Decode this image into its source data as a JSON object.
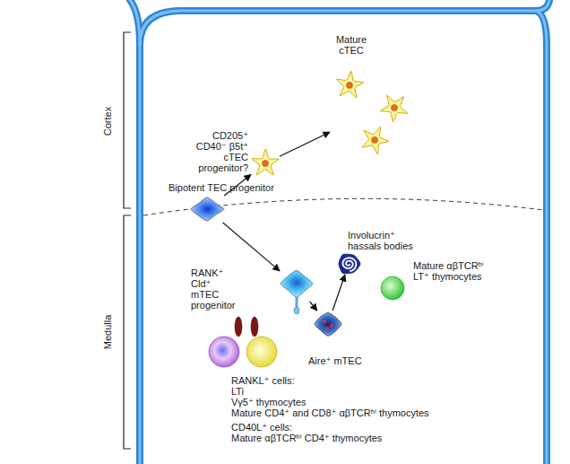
{
  "diagram": {
    "nodes": [
      {
        "text": [
          "Bipotent TEC progenitor"
        ]
      },
      {
        "text": [
          "CD205⁺ CD40⁻ β5t⁺ cTEC progenitor?"
        ]
      },
      {
        "text": [
          "Mature cTEC"
        ]
      },
      {
        "text": [
          "RANK⁺ Cld⁺ mTEC progenitor"
        ]
      },
      {
        "text": [
          "Aire⁺ mTEC"
        ]
      },
      {
        "text": [
          "Involucrin⁺ hassals bodies"
        ]
      },
      {
        "text": [
          "Mature αβTCRʰⁱ LT⁺ thymocytes"
        ]
      },
      {
        "text": [
          "RANKL⁺ cells:",
          "LTi",
          "Vγ5⁺ thymocytes",
          "Mature CD4⁺ and CD8⁺ αβTCRʰⁱ thymocytes"
        ]
      }
    ],
    "edges": [
      {
        "from": 0,
        "to": 1,
        "arrow": "to"
      },
      {
        "from": 1,
        "to": 2,
        "arrow": "to"
      },
      {
        "from": 0,
        "to": 3,
        "arrow": "to"
      },
      {
        "from": 3,
        "to": 4,
        "arrow": "to"
      },
      {
        "from": 4,
        "to": 5,
        "arrow": "to"
      }
    ],
    "labels": [
      "Cortex",
      "Medulla",
      "CD40L⁺ cells:",
      "Mature αβTCRʰⁱ CD4⁺ thymocytes"
    ]
  }
}
